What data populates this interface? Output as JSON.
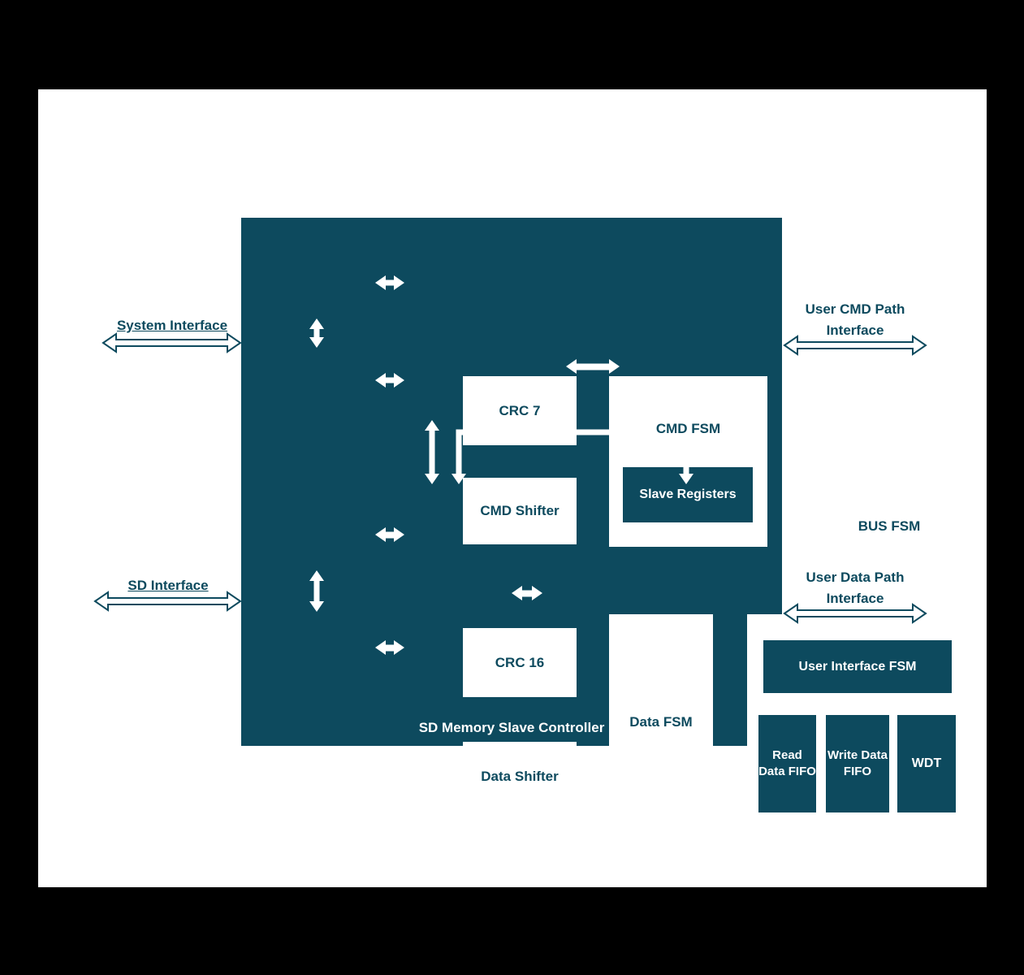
{
  "colors": {
    "teal": "#0d4a5e",
    "page": "#ffffff",
    "frame": "#000000"
  },
  "diagram": {
    "container_label": "SD Memory Slave Controller",
    "blocks": {
      "crc7": "CRC 7",
      "cmd_fsm": "CMD FSM",
      "slave_registers": "Slave Registers",
      "cmd_shifter": "CMD Shifter",
      "bus_fsm": "BUS FSM",
      "crc16": "CRC 16",
      "data_fsm": "Data FSM",
      "data_shifter": "Data Shifter",
      "user_interface_fsm": "User Interface FSM",
      "read_data_fifo": "Read Data FIFO",
      "write_data_fifo": "Write Data FIFO",
      "wdt": "WDT"
    },
    "external_labels": {
      "system_interface": "System Interface",
      "sd_interface": "SD Interface",
      "user_cmd_path": "User CMD Path Interface",
      "user_data_path": "User Data Path Interface"
    }
  }
}
